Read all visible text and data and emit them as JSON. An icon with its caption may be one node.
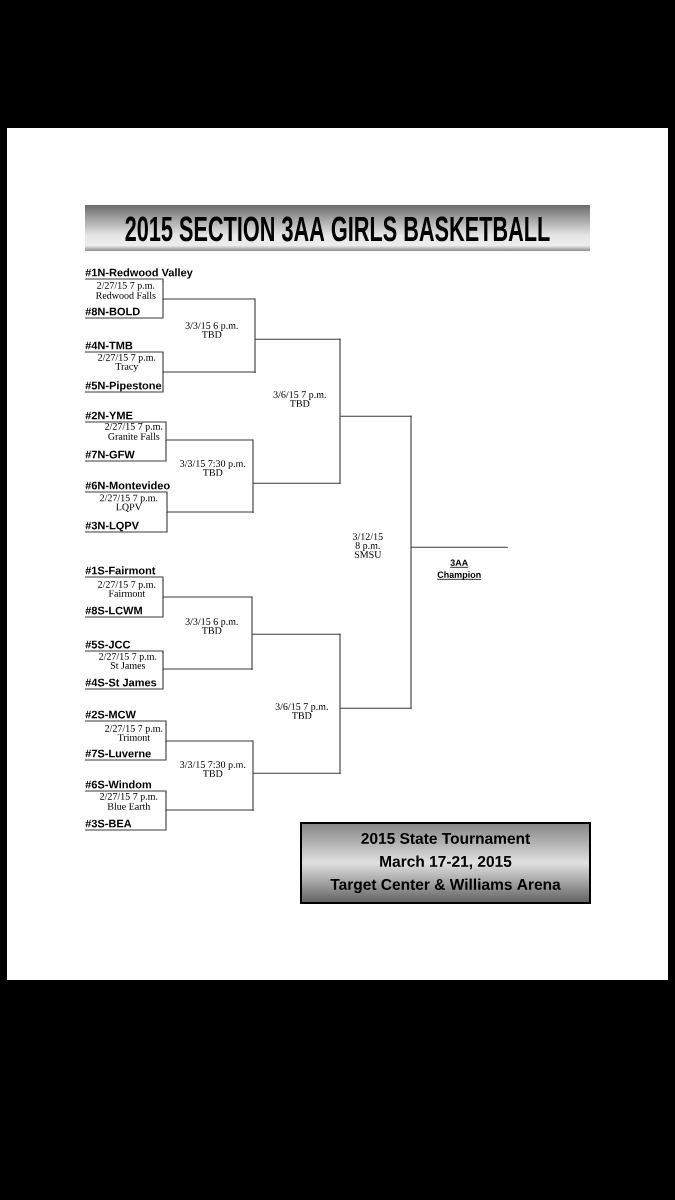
{
  "diagram": {
    "title": "2015 SECTION 3AA GIRLS BASKETBALL",
    "nodes": [
      {
        "text": [
          "#1N-Redwood Valley"
        ]
      },
      {
        "text": [
          "2/27/15 7 p.m.",
          "Redwood Falls"
        ]
      },
      {
        "text": [
          "#8N-BOLD"
        ]
      },
      {
        "text": [
          "3/3/15 6 p.m.",
          "TBD"
        ]
      },
      {
        "text": [
          "#4N-TMB"
        ]
      },
      {
        "text": [
          "2/27/15 7 p.m.",
          "Tracy"
        ]
      },
      {
        "text": [
          "#5N-Pipestone"
        ]
      },
      {
        "text": [
          "3/6/15 7 p.m.",
          "TBD"
        ]
      },
      {
        "text": [
          "#2N-YME"
        ]
      },
      {
        "text": [
          "2/27/15 7 p.m.",
          "Granite Falls"
        ]
      },
      {
        "text": [
          "#7N-GFW"
        ]
      },
      {
        "text": [
          "3/3/15 7:30 p.m.",
          "TBD"
        ]
      },
      {
        "text": [
          "#6N-Montevideo"
        ]
      },
      {
        "text": [
          "2/27/15 7 p.m.",
          "LQPV"
        ]
      },
      {
        "text": [
          "#3N-LQPV"
        ]
      },
      {
        "text": [
          "3/12/15 8 p.m.",
          "SMSU"
        ]
      },
      {
        "text": [
          "3AA Champion"
        ]
      },
      {
        "text": [
          "#1S-Fairmont"
        ]
      },
      {
        "text": [
          "2/27/15 7 p.m.",
          "Fairmont"
        ]
      },
      {
        "text": [
          "#8S-LCWM"
        ]
      },
      {
        "text": [
          "3/3/15 6 p.m.",
          "TBD"
        ]
      },
      {
        "text": [
          "#5S-JCC"
        ]
      },
      {
        "text": [
          "2/27/15 7 p.m.",
          "St James"
        ]
      },
      {
        "text": [
          "#4S-St James"
        ]
      },
      {
        "text": [
          "3/6/15 7 p.m.",
          "TBD"
        ]
      },
      {
        "text": [
          "#2S-MCW"
        ]
      },
      {
        "text": [
          "2/27/15 7 p.m.",
          "Trimont"
        ]
      },
      {
        "text": [
          "#7S-Luverne"
        ]
      },
      {
        "text": [
          "3/3/15 7:30 p.m.",
          "TBD"
        ]
      },
      {
        "text": [
          "#6S-Windom"
        ]
      },
      {
        "text": [
          "2/27/15 7 p.m.",
          "Blue Earth"
        ]
      },
      {
        "text": [
          "#3S-BEA"
        ]
      },
      {
        "text": [
          "2015 State Tournament",
          "March 17-21, 2015",
          "Target Center & Williams Arena"
        ]
      }
    ],
    "edges": [
      {
        "from": 0,
        "to": 1,
        "arrow": "none"
      },
      {
        "from": 2,
        "to": 1,
        "arrow": "none"
      },
      {
        "from": 1,
        "to": 3,
        "arrow": "none"
      },
      {
        "from": 4,
        "to": 5,
        "arrow": "none"
      },
      {
        "from": 6,
        "to": 5,
        "arrow": "none"
      },
      {
        "from": 5,
        "to": 3,
        "arrow": "none"
      },
      {
        "from": 3,
        "to": 7,
        "arrow": "none"
      },
      {
        "from": 8,
        "to": 9,
        "arrow": "none"
      },
      {
        "from": 10,
        "to": 9,
        "arrow": "none"
      },
      {
        "from": 9,
        "to": 11,
        "arrow": "none"
      },
      {
        "from": 12,
        "to": 13,
        "arrow": "none"
      },
      {
        "from": 14,
        "to": 13,
        "arrow": "none"
      },
      {
        "from": 13,
        "to": 11,
        "arrow": "none"
      },
      {
        "from": 11,
        "to": 7,
        "arrow": "none"
      },
      {
        "from": 7,
        "to": 15,
        "arrow": "none"
      },
      {
        "from": 15,
        "to": 16,
        "arrow": "none"
      },
      {
        "from": 17,
        "to": 18,
        "arrow": "none"
      },
      {
        "from": 19,
        "to": 18,
        "arrow": "none"
      },
      {
        "from": 18,
        "to": 20,
        "arrow": "none"
      },
      {
        "from": 21,
        "to": 22,
        "arrow": "none"
      },
      {
        "from": 23,
        "to": 22,
        "arrow": "none"
      },
      {
        "from": 22,
        "to": 20,
        "arrow": "none"
      },
      {
        "from": 20,
        "to": 24,
        "arrow": "none"
      },
      {
        "from": 25,
        "to": 26,
        "arrow": "none"
      },
      {
        "from": 27,
        "to": 26,
        "arrow": "none"
      },
      {
        "from": 26,
        "to": 28,
        "arrow": "none"
      },
      {
        "from": 29,
        "to": 30,
        "arrow": "none"
      },
      {
        "from": 31,
        "to": 30,
        "arrow": "none"
      },
      {
        "from": 30,
        "to": 28,
        "arrow": "none"
      },
      {
        "from": 28,
        "to": 24,
        "arrow": "none"
      },
      {
        "from": 24,
        "to": 15,
        "arrow": "none"
      }
    ]
  }
}
